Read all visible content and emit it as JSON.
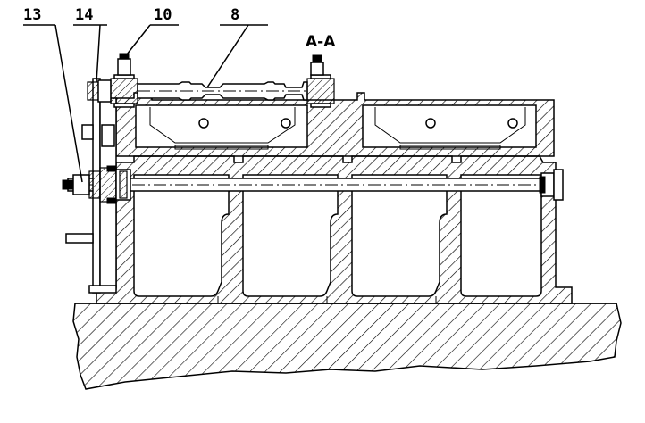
{
  "section_label": "A-A",
  "callouts": [
    {
      "id": "13",
      "text": "13"
    },
    {
      "id": "14",
      "text": "14"
    },
    {
      "id": "10",
      "text": "10"
    },
    {
      "id": "8",
      "text": "8"
    }
  ]
}
